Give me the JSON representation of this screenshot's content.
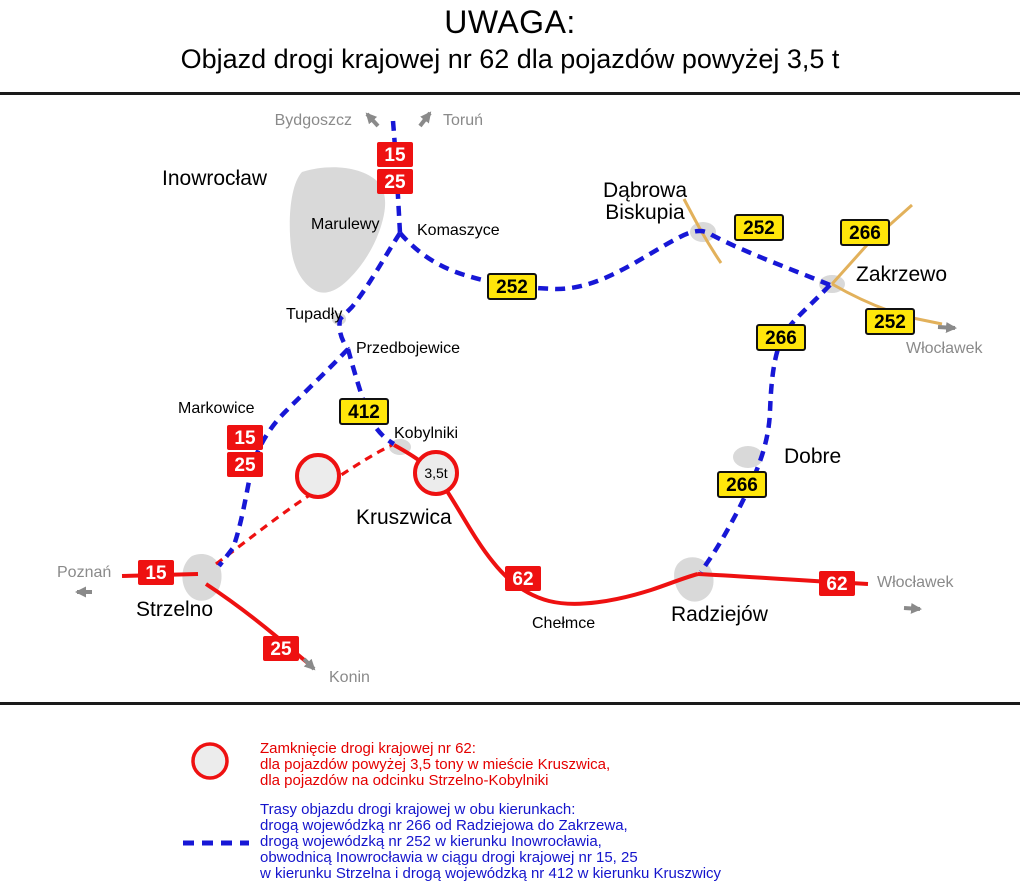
{
  "header": {
    "title": "UWAGA:",
    "subtitle": "Objazd drogi krajowej nr 62 dla pojazdów powyżej 3,5 t"
  },
  "map": {
    "cities": {
      "inowroclaw": "Inowrocław",
      "marulewy": "Marulewy",
      "komaszyce": "Komaszyce",
      "dabrowa_biskupia": [
        "Dąbrowa",
        "Biskupia"
      ],
      "zakrzewo": "Zakrzewo",
      "tupadly": "Tupadły",
      "przedbojewice": "Przedbojewice",
      "markowice": "Markowice",
      "kobylniki": "Kobylniki",
      "kruszwica": "Kruszwica",
      "dobre": "Dobre",
      "strzelno": "Strzelno",
      "chelmce": "Chełmce",
      "radziejow": "Radziejów"
    },
    "directions": {
      "bydgoszcz": "Bydgoszcz",
      "torun": "Toruń",
      "wloclawek_northeast": "Włocławek",
      "poznan": "Poznań",
      "konin": "Konin",
      "wloclawek_southeast": "Włocławek"
    },
    "badges": [
      {
        "label": "15",
        "type": "national"
      },
      {
        "label": "25",
        "type": "national"
      },
      {
        "label": "252",
        "type": "regional"
      },
      {
        "label": "252",
        "type": "regional"
      },
      {
        "label": "266",
        "type": "regional"
      },
      {
        "label": "252",
        "type": "regional"
      },
      {
        "label": "266",
        "type": "regional"
      },
      {
        "label": "412",
        "type": "regional"
      },
      {
        "label": "15",
        "type": "national"
      },
      {
        "label": "25",
        "type": "national"
      },
      {
        "label": "266",
        "type": "regional"
      },
      {
        "label": "15",
        "type": "national"
      },
      {
        "label": "25",
        "type": "national"
      },
      {
        "label": "62",
        "type": "national"
      },
      {
        "label": "62",
        "type": "national"
      }
    ],
    "restriction_sign": "3,5t"
  },
  "legend": {
    "closure_lines": [
      "Zamknięcie drogi krajowej nr 62:",
      "dla pojazdów powyżej 3,5 tony w mieście Kruszwica,",
      "dla pojazdów na odcinku Strzelno-Kobylniki"
    ],
    "detour_lines": [
      "Trasy objazdu drogi krajowej w obu kierunkach:",
      "drogą wojewódzką nr 266 od Radziejowa do Zakrzewa,",
      "drogą wojewódzką nr 252 w kierunku Inowrocławia,",
      "obwodnicą Inowrocławia w ciągu drogi krajowej nr 15, 25",
      "w kierunku Strzelna i drogą wojewódzką nr 412 w kierunku Kruszwicy"
    ]
  },
  "colors": {
    "national_road": "#ee1111",
    "national_badge_bg": "#ee1111",
    "national_badge_text": "#ffffff",
    "regional_badge_bg": "#ffe60a",
    "detour_route": "#1717d6",
    "minor_road": "#e2b15b",
    "urban_area": "#d9d9d9",
    "direction_text": "#8a8a8a",
    "closure_text": "#e40000",
    "detour_text": "#1414cc"
  }
}
